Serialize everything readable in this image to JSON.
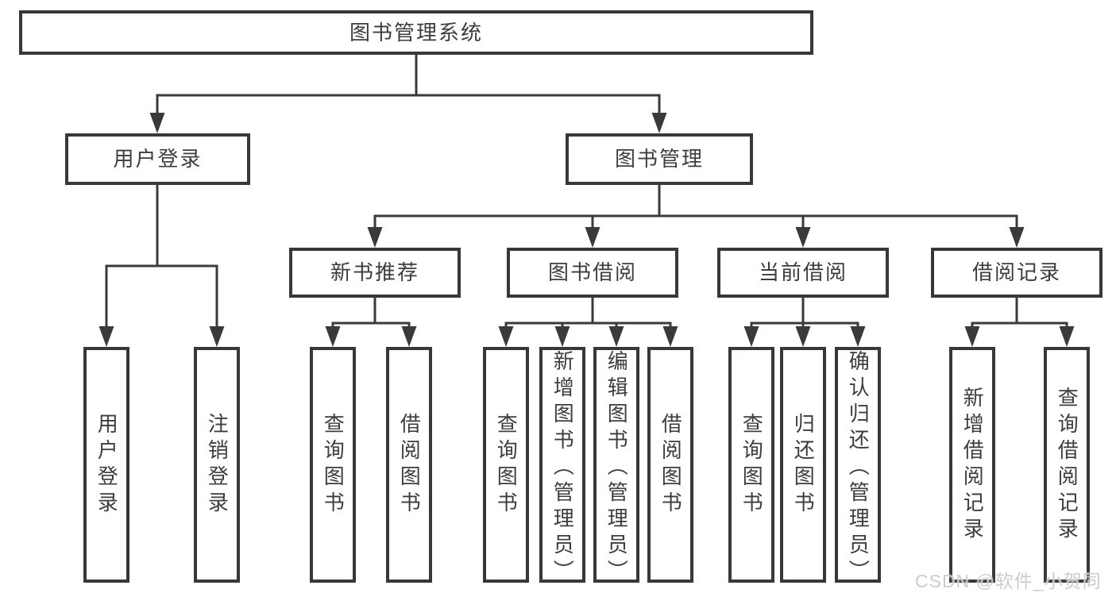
{
  "root": {
    "label": "图书管理系统"
  },
  "level2": [
    {
      "label": "用户登录"
    },
    {
      "label": "图书管理"
    }
  ],
  "level3": [
    {
      "label": "新书推荐"
    },
    {
      "label": "图书借阅"
    },
    {
      "label": "当前借阅"
    },
    {
      "label": "借阅记录"
    }
  ],
  "leaves": {
    "user_login": [
      "用户登录",
      "注销登录"
    ],
    "new_book_rec": [
      "查询图书",
      "借阅图书"
    ],
    "book_borrow": [
      "查询图书",
      "新增图书（管理员）",
      "编辑图书（管理员）",
      "借阅图书"
    ],
    "current_borrow": [
      "查询图书",
      "归还图书",
      "确认归还（管理员）"
    ],
    "borrow_records": [
      "新增借阅记录",
      "查询借阅记录"
    ]
  },
  "watermark": "CSDN @软件_小贺同学",
  "colors": {
    "line": "#3a3a3a",
    "box_border": "#383838",
    "text": "#3d3d3d",
    "watermark": "#c9c9c9",
    "background": "#ffffff"
  }
}
